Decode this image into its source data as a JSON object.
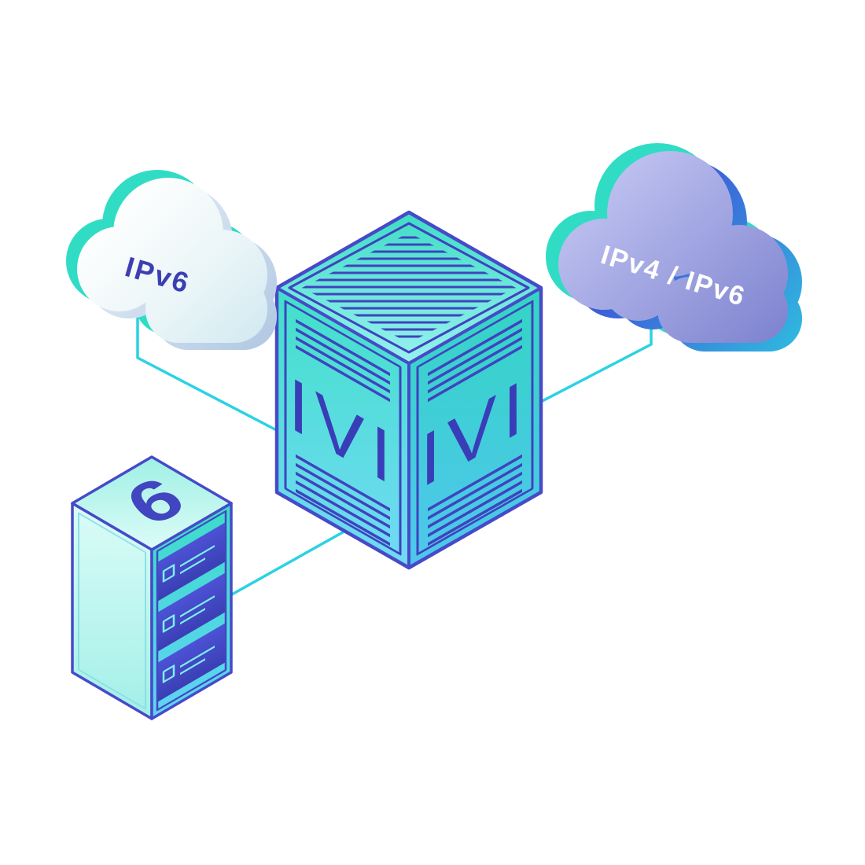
{
  "figure": {
    "description": "Isometric network diagram: IVI translator box connecting an IPv6 cloud, an IPv4/IPv6 cloud and an IPv6 server",
    "left_cloud": {
      "label": "IPv6",
      "label_color": "#3b3fb2",
      "body_top": "#ffffff",
      "body_bottom": "#d4ebf2",
      "back_accent": "#31dcc5",
      "depth_shade": "#aec6e2"
    },
    "right_cloud": {
      "label": "IPv4 / IPv6",
      "label_color": "#ffffff",
      "body_top": "#c3c6f2",
      "body_bottom": "#7f84d0",
      "back_accent": "#31dcc5",
      "depth_blue": "#3f4ad6"
    },
    "translator_box": {
      "left_face_label": "IVI",
      "right_face_label": "IVI",
      "face_teal": "#41e0c9",
      "face_cyan": "#4fc6ee",
      "outline": "#474ac8",
      "detail": "#3f43be"
    },
    "server": {
      "top_label": "6",
      "bay_count": 3,
      "bay_color": "#4d52d6",
      "outline": "#474ac8"
    },
    "connectors": {
      "color": "#2ad2e4"
    }
  }
}
